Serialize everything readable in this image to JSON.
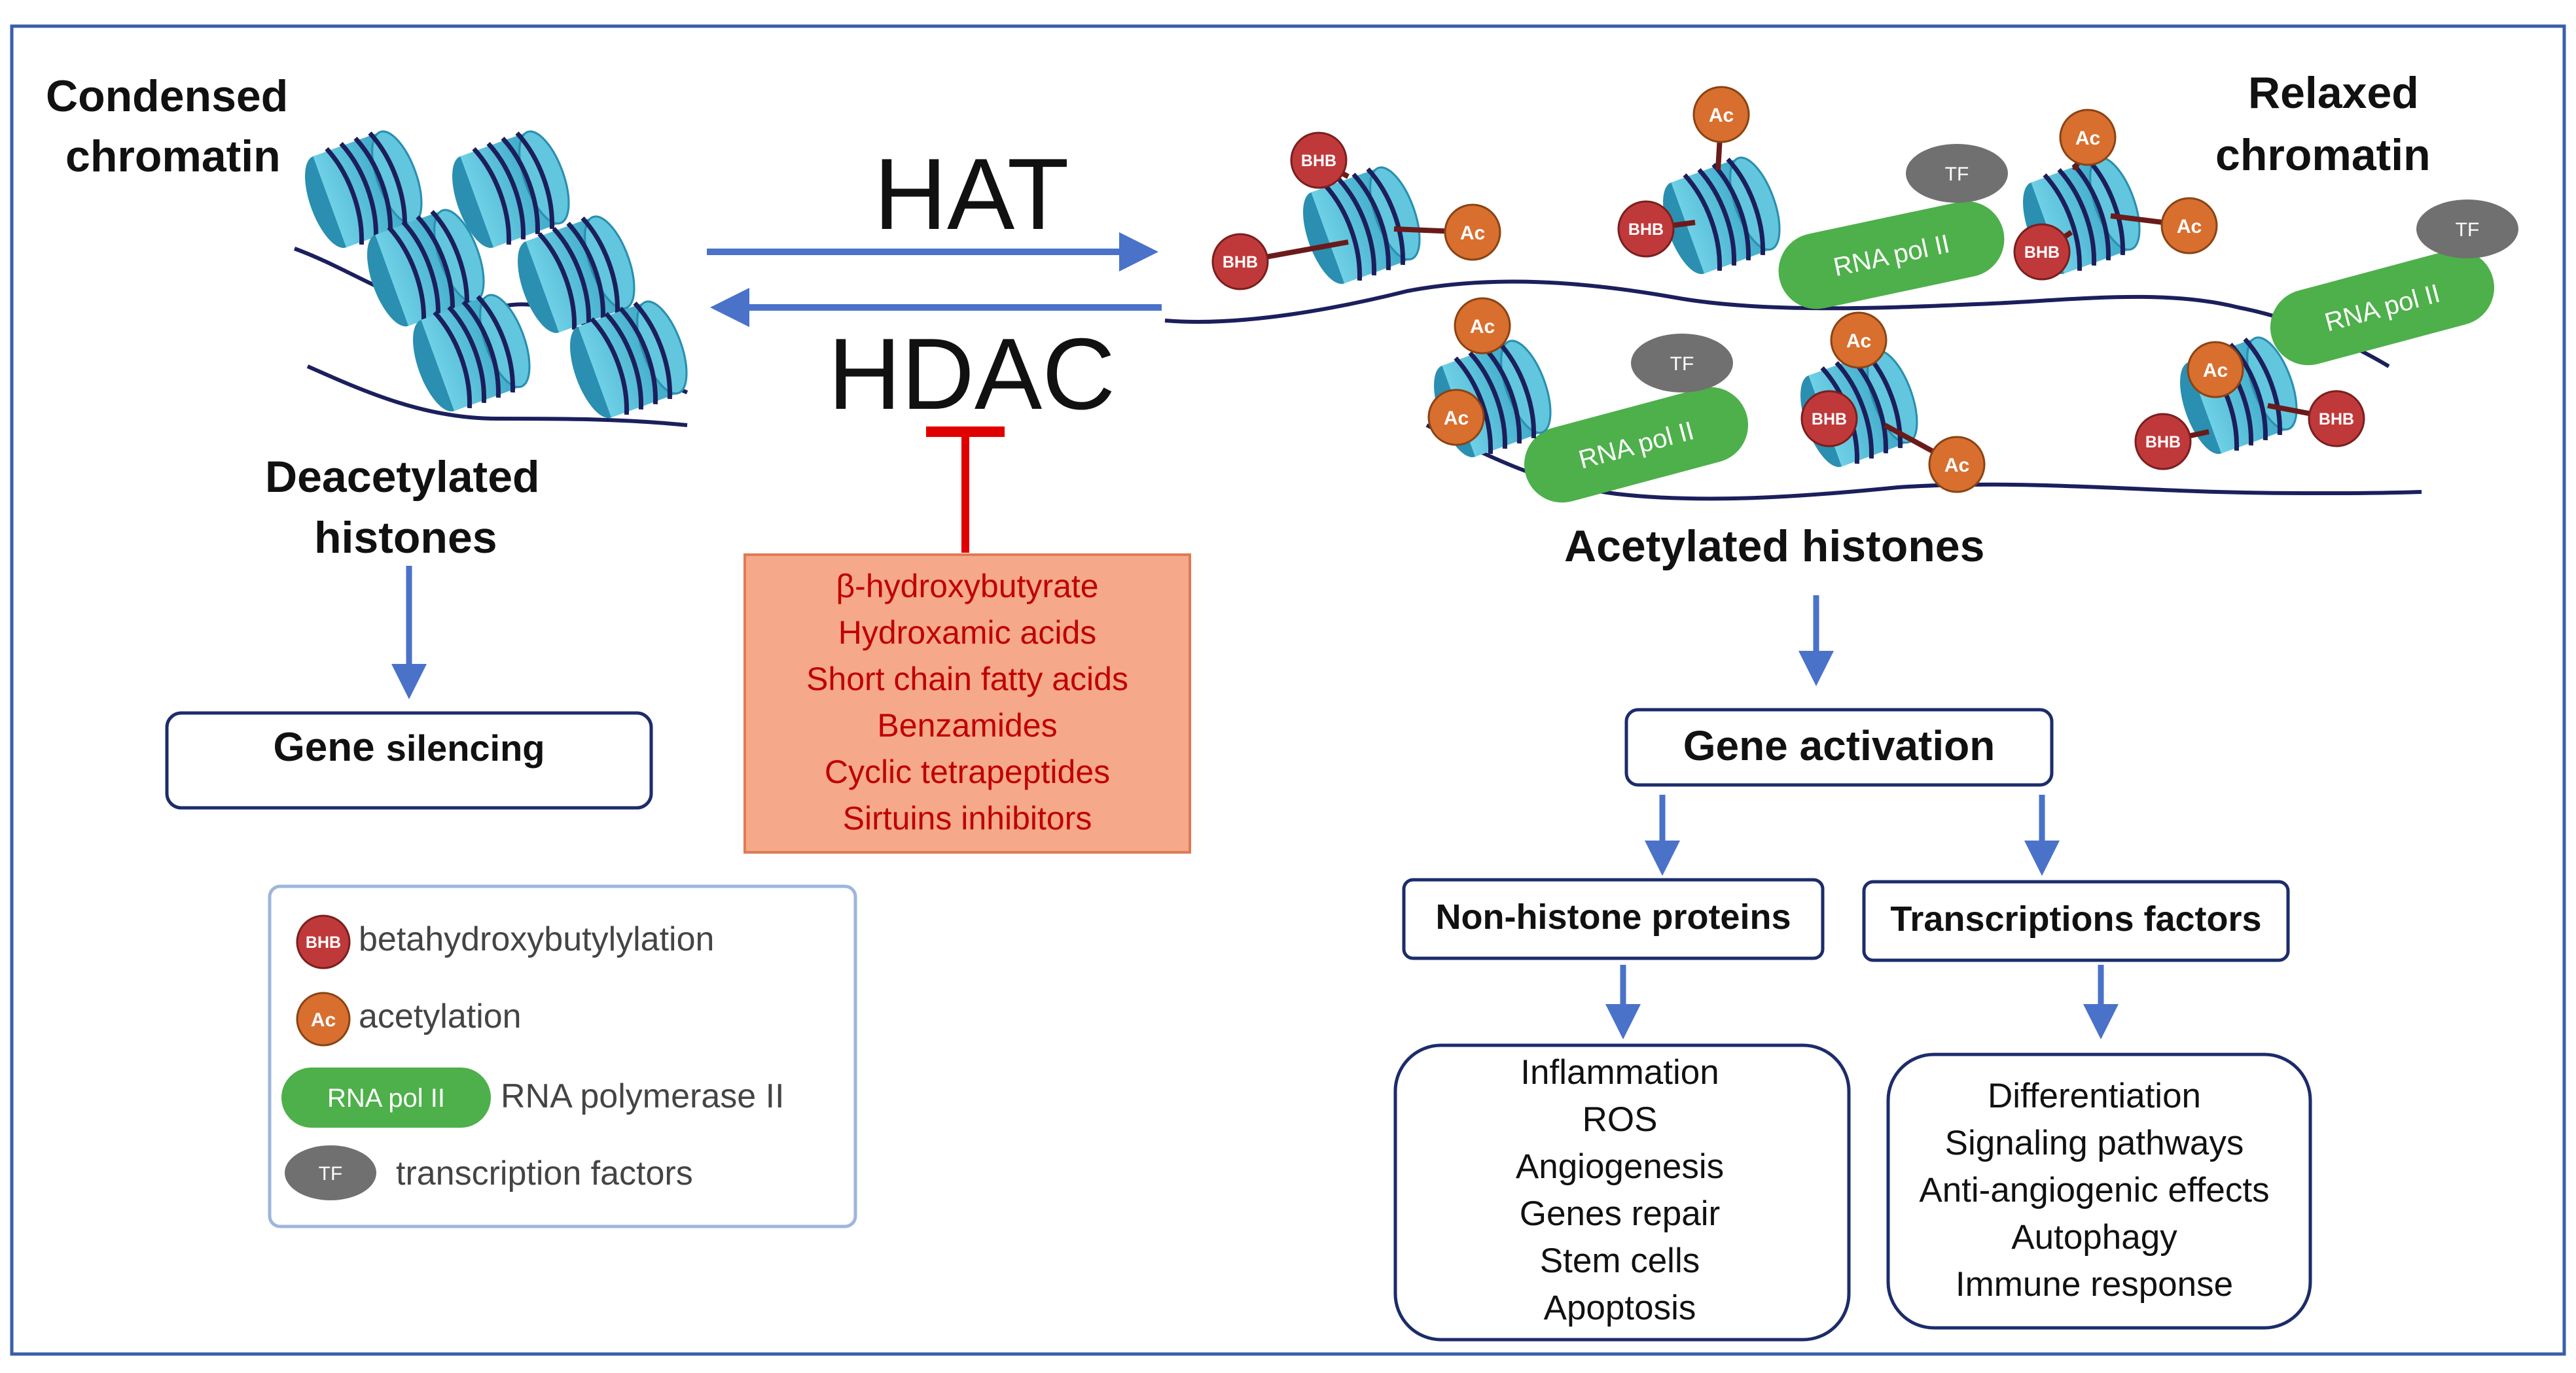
{
  "colors": {
    "frame": "#3a5eaa",
    "arrow": "#4a72c8",
    "nucleosome": "#4bb8d2",
    "nucleosome_dark": "#2a8fb0",
    "dna": "#1c1f5c",
    "bhb": "#c0393a",
    "ac": "#d86f2f",
    "rna_pol": "#4db04a",
    "tf": "#707070",
    "inhibitor_bar": "#e00000",
    "inhibitor_box": "#f5a98a",
    "inhibitor_text": "#c00000"
  },
  "labels": {
    "condensed_line1": "Condensed",
    "condensed_line2": "chromatin",
    "relaxed_line1": "Relaxed",
    "relaxed_line2": "chromatin",
    "hat": "HAT",
    "hdac": "HDAC",
    "deacetylated_line1": "Deacetylated",
    "deacetylated_line2": "histones",
    "acetylated": "Acetylated histones"
  },
  "marks": {
    "bhb": "BHB",
    "ac": "Ac",
    "rna_pol": "RNA pol II",
    "tf": "TF"
  },
  "inhibitors": [
    "β-hydroxybutyrate",
    "Hydroxamic acids",
    "Short chain fatty acids",
    "Benzamides",
    "Cyclic tetrapeptides",
    "Sirtuins inhibitors"
  ],
  "gene_silencing": {
    "bold": "Gene",
    "rest": "silencing"
  },
  "gene_activation": "Gene activation",
  "non_histone": {
    "title": "Non-histone proteins",
    "items": [
      "Inflammation",
      "ROS",
      "Angiogenesis",
      "Genes repair",
      "Stem cells",
      "Apoptosis"
    ]
  },
  "transcription": {
    "title": "Transcriptions factors",
    "items": [
      "Differentiation",
      "Signaling  pathways",
      "Anti-angiogenic effects",
      "Autophagy",
      "Immune  response"
    ]
  },
  "legend": [
    {
      "symbol": "BHB",
      "text": "betahydroxybutylylation",
      "icon": "bhb-circle"
    },
    {
      "symbol": "Ac",
      "text": "acetylation",
      "icon": "ac-circle"
    },
    {
      "symbol": "RNA pol II",
      "text": "RNA polymerase II",
      "icon": "rna-pol-pill"
    },
    {
      "symbol": "TF",
      "text": "transcription factors",
      "icon": "tf-ellipse"
    }
  ]
}
